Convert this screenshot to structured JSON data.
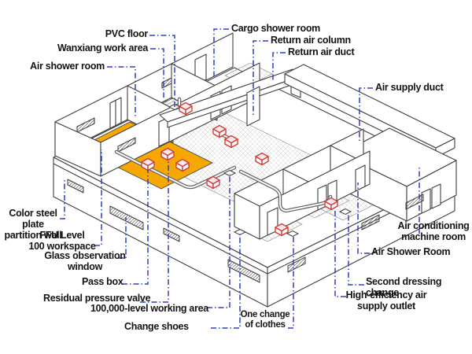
{
  "figure": {
    "type": "isometric cleanroom layout diagram",
    "colors": {
      "leader_line": "#2e3ec0",
      "highlight_area": "#f6a800",
      "outlet_box": "#d43a3a",
      "line_work": "#3f3f3f",
      "background": "#ffffff"
    },
    "labels": {
      "pvc_floor": "PVC floor",
      "wanxiang_work_area": "Wanxiang work area",
      "air_shower_room": "Air shower room",
      "cargo_shower_room": "Cargo shower room",
      "return_air_column": "Return air column",
      "return_air_duct": "Return air duct",
      "air_supply_duct": "Air supply duct",
      "color_steel_plate_partition_wall": "Color steel plate\npartition wall",
      "ffu_level_100_workspace": "FFU Level\n100 workspace",
      "glass_observation_window": "Glass observation\nwindow",
      "pass_box": "Pass box",
      "residual_pressure_valve": "Residual pressure valve",
      "working_area_100000_level": "100,000-level working area",
      "change_shoes": "Change shoes",
      "one_change_of_clothes": "One change\nof clothes",
      "air_conditioning_machine_room": "Air conditioning\nmachine room",
      "air_shower_room_right": "Air Shower Room",
      "second_dressing_change": "Second dressing change",
      "high_efficiency_air_supply_outlet": "High-efficiency air\nsupply outlet"
    }
  }
}
